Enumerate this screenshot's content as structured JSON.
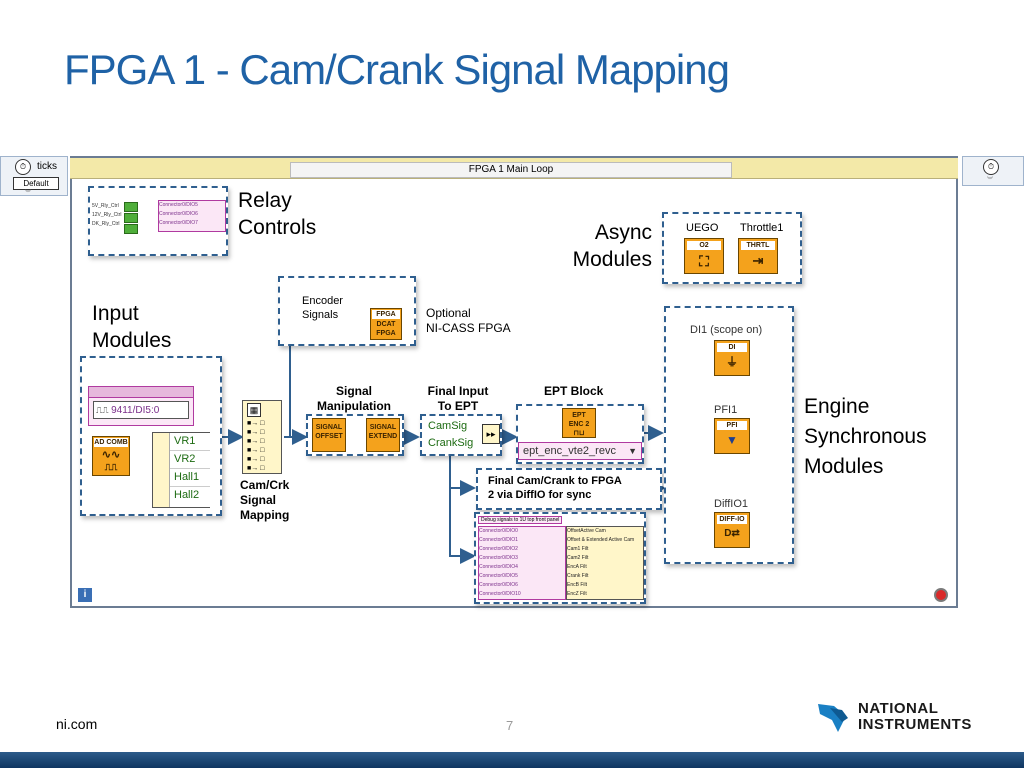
{
  "slide": {
    "title": "FPGA 1 - Cam/Crank Signal Mapping",
    "footer_url": "ni.com",
    "page_number": "7",
    "logo_text_1": "NATIONAL",
    "logo_text_2": "INSTRUMENTS",
    "brand_color": "#1f62a6"
  },
  "panels": {
    "left_ticks_label": "ticks",
    "left_default_label": "Default"
  },
  "loop": {
    "title": "FPGA 1 Main Loop"
  },
  "labels": {
    "relay_controls_1": "Relay",
    "relay_controls_2": "Controls",
    "async_modules_1": "Async",
    "async_modules_2": "Modules",
    "input_modules_1": "Input",
    "input_modules_2": "Modules",
    "engine_sync_1": "Engine",
    "engine_sync_2": "Synchronous",
    "engine_sync_3": "Modules",
    "encoder_signals_1": "Encoder",
    "encoder_signals_2": "Signals",
    "optional_1": "Optional",
    "optional_2": "NI-CASS FPGA",
    "signal_manip_1": "Signal",
    "signal_manip_2": "Manipulation",
    "final_input_1": "Final Input",
    "final_input_2": "To EPT",
    "ept_block": "EPT Block",
    "camcrk_1": "Cam/Crk",
    "camcrk_2": "Signal",
    "camcrk_3": "Mapping",
    "final_cam_1": "Final Cam/Crank to FPGA",
    "final_cam_2": "2 via DiffIO for sync"
  },
  "relay": {
    "inputs": [
      "5V_Rly_Ctrl",
      "12V_Rly_Ctrl",
      "DK_Rly_Ctrl"
    ],
    "outputs": [
      "Connector0/DIO5",
      "Connector0/DIO6",
      "Connector0/DIO7"
    ]
  },
  "async": {
    "uego_label": "UEGO",
    "uego_icon": "O2",
    "throttle_label": "Throttle1",
    "throttle_icon": "THRTL"
  },
  "encoder": {
    "icon_1": "FPGA",
    "icon_2": "DCAT",
    "icon_3": "FPGA"
  },
  "input": {
    "di_channel": "9411/DI5:0",
    "adcomb_label": "AD COMB",
    "channels": [
      "VR1",
      "VR2",
      "Hall1",
      "Hall2"
    ]
  },
  "manip": {
    "offset_label_1": "SIGNAL",
    "offset_label_2": "OFFSET",
    "extend_label_1": "SIGNAL",
    "extend_label_2": "EXTEND"
  },
  "final_input": {
    "cam": "CamSig",
    "crank": "CrankSig"
  },
  "ept": {
    "icon_1": "EPT",
    "icon_2": "ENC 2",
    "selector": "ept_enc_vte2_revc"
  },
  "engine": {
    "di1_label": "DI1 (scope on)",
    "di1_icon": "DI",
    "pfi1_label": "PFI1",
    "pfi1_icon": "PFI",
    "diffio_label": "DiffIO1",
    "diffio_icon": "DIFF-IO"
  },
  "debug": {
    "header": "Debug signals to 1U top front panel",
    "channels": [
      "Connector0/DIO0",
      "Connector0/DIO1",
      "Connector0/DIO2",
      "Connector0/DIO3",
      "Connector0/DIO4",
      "Connector0/DIO5",
      "Connector0/DIO6",
      "Connector0/DIO10"
    ],
    "signals": [
      "OffsetActive Cam",
      "Offset & Extended Active Cam",
      "Cam1 Filt",
      "Cam2 Filt",
      "EncA Filt",
      "Crank Filt",
      "EncB Filt",
      "EncZ Filt"
    ]
  }
}
